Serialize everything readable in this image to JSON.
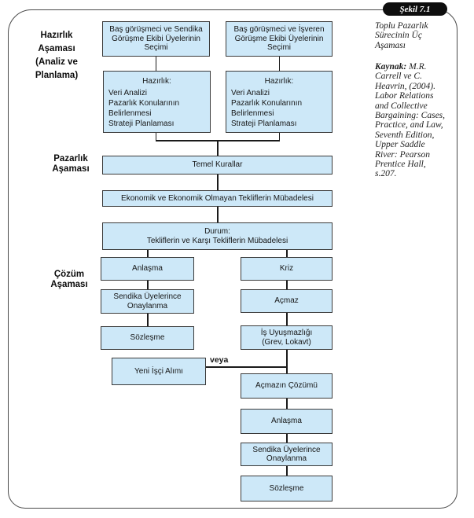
{
  "figure": {
    "badge_label": "Şekil 7.1",
    "caption_lines": [
      "Toplu Pazarlık",
      "Sürecinin Üç",
      "Aşaması"
    ],
    "source_label": "Kaynak:",
    "source_lines": [
      " M.R.",
      "Carrell ve C.",
      "Heavrin, (2004).",
      "Labor Relations",
      "and Collective",
      "Bargaining: Cases,",
      "Practice, and Law,",
      "Seventh Edition,",
      "Upper Saddle",
      "River: Pearson",
      "Prentice Hall,",
      "s.207."
    ]
  },
  "stages": [
    {
      "id": "hazirlik",
      "lines": [
        "Hazırlık",
        "Aşaması",
        "(Analiz ve",
        "Planlama)"
      ]
    },
    {
      "id": "pazarlik",
      "lines": [
        "Pazarlık",
        "Aşaması"
      ]
    },
    {
      "id": "cozum",
      "lines": [
        "Çözüm",
        "Aşaması"
      ]
    }
  ],
  "connector_label": "veya",
  "nodes": {
    "sel_union": {
      "lines": [
        "Baş görüşmeci ve Sendika",
        "Görüşme Ekibi Üyelerinin",
        "Seçimi"
      ]
    },
    "sel_employer": {
      "lines": [
        "Baş görüşmeci ve İşveren",
        "Görüşme Ekibi Üyelerinin",
        "Seçimi"
      ]
    },
    "prep_union": {
      "heading": "Hazırlık:",
      "lines": [
        "Veri Analizi",
        "Pazarlık Konularının",
        "Belirlenmesi",
        "Strateji Planlaması"
      ]
    },
    "prep_employer": {
      "heading": "Hazırlık:",
      "lines": [
        "Veri Analizi",
        "Pazarlık Konularının",
        "Belirlenmesi",
        "Strateji Planlaması"
      ]
    },
    "temel": {
      "lines": [
        "Temel Kurallar"
      ]
    },
    "ekonomik": {
      "lines": [
        "Ekonomik ve Ekonomik Olmayan Tekliflerin Mübadelesi"
      ]
    },
    "durum": {
      "lines": [
        "Durum:",
        "Tekliflerin ve Karşı Tekliflerin Mübadelesi"
      ]
    },
    "anlasma1": {
      "lines": [
        "Anlaşma"
      ]
    },
    "kriz": {
      "lines": [
        "Kriz"
      ]
    },
    "onaylanma1": {
      "lines": [
        "Sendika Üyelerince",
        "Onaylanma"
      ]
    },
    "acmaz": {
      "lines": [
        "Açmaz"
      ]
    },
    "sozlesme1": {
      "lines": [
        "Sözleşme"
      ]
    },
    "is_uyusmazligi": {
      "lines": [
        "İş Uyuşmazlığı",
        "(Grev, Lokavt)"
      ]
    },
    "yeni_isci": {
      "lines": [
        "Yeni İşçi Alımı"
      ]
    },
    "acmazin_cozumu": {
      "lines": [
        "Açmazın Çözümü"
      ]
    },
    "anlasma2": {
      "lines": [
        "Anlaşma"
      ]
    },
    "onaylanma2": {
      "lines": [
        "Sendika Üyelerince",
        "Onaylanma"
      ]
    },
    "sozlesme2": {
      "lines": [
        "Sözleşme"
      ]
    }
  },
  "colors": {
    "box_fill": "#cde8f8",
    "box_border": "#3a3a3a",
    "connector": "#1a1a1a",
    "badge_bg": "#0e0e0e",
    "badge_text": "#ffffff"
  }
}
